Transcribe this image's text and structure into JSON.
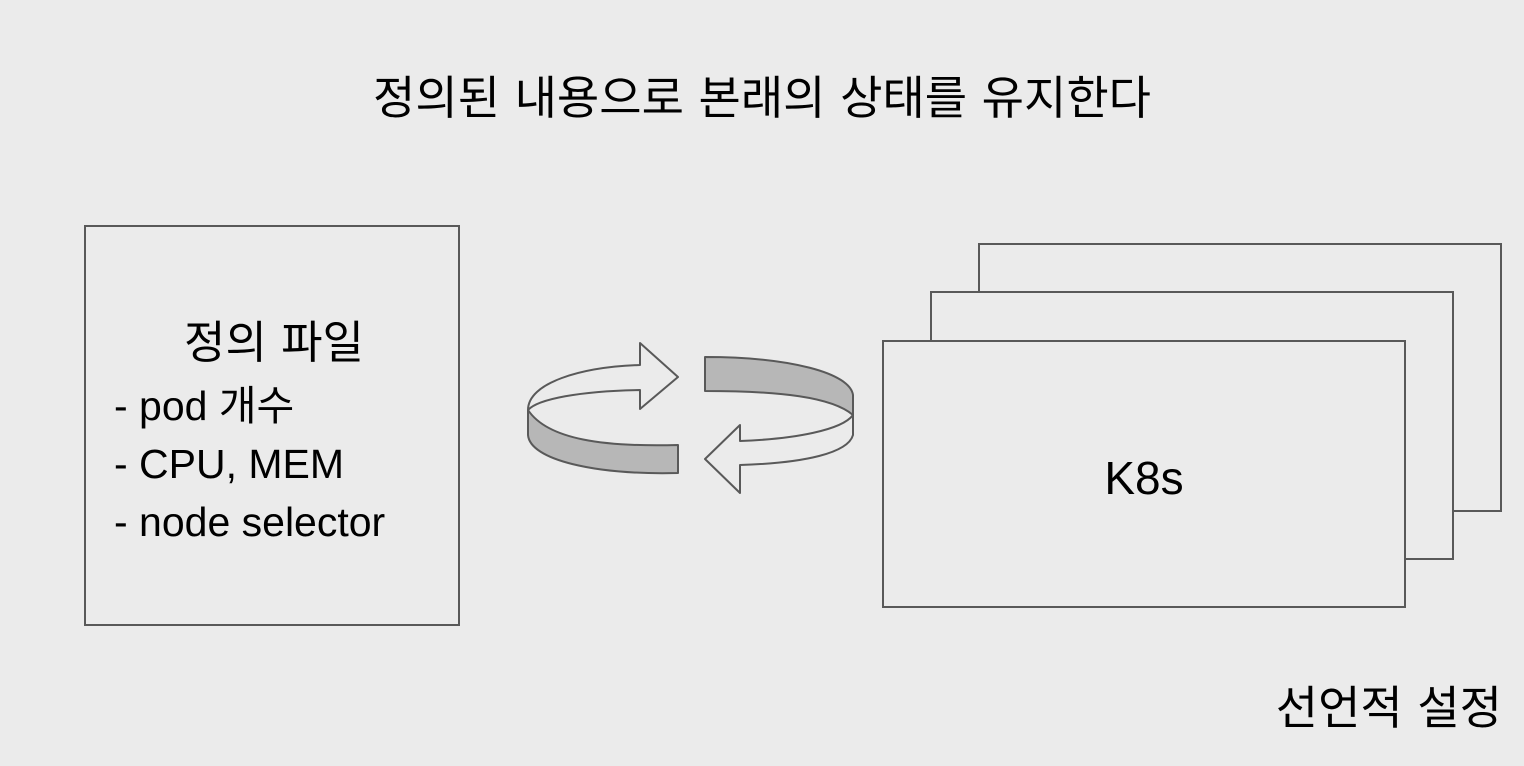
{
  "title": "정의된 내용으로 본래의 상태를 유지한다",
  "definition_box": {
    "title": "정의 파일",
    "items": [
      "- pod 개수",
      "- CPU, MEM",
      "- node selector"
    ]
  },
  "k8s_label": "K8s",
  "caption": "선언적 설정",
  "icons": {
    "cycle": "circular-arrows-icon"
  },
  "colors": {
    "background": "#ebebeb",
    "border": "#595959",
    "band_fill": "#b7b7b7"
  }
}
